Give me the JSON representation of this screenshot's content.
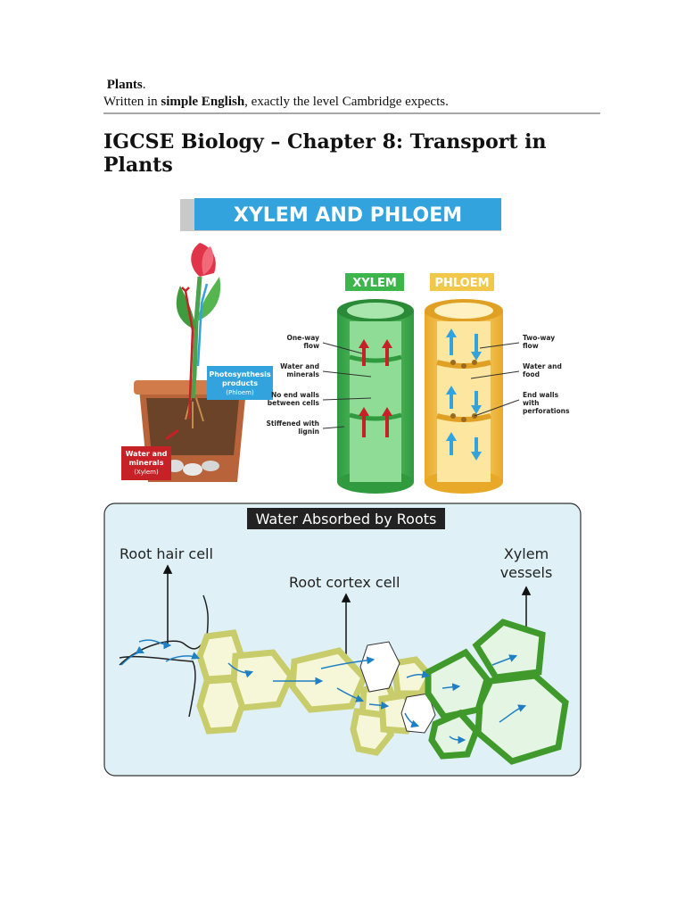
{
  "intro": {
    "line1_bold": "Plants",
    "line1_end": ".",
    "line2_pre": "Written in ",
    "line2_bold": "simple English",
    "line2_post": ", exactly the level Cambridge expects."
  },
  "title": "IGCSE Biology – Chapter 8: Transport in Plants",
  "figure1": {
    "banner": "XYLEM AND PHLOEM",
    "xylem_tag": "XYLEM",
    "phloem_tag": "PHLOEM",
    "photosynthesis_label": [
      "Photosynthesis",
      "products",
      "(Phloem)"
    ],
    "water_label": [
      "Water and",
      "minerals",
      "(Xylem)"
    ],
    "left_labels": [
      [
        "One-way",
        "flow"
      ],
      [
        "Water and",
        "minerals"
      ],
      [
        "No end walls",
        "between cells"
      ],
      [
        "Stiffened with",
        "lignin"
      ]
    ],
    "right_labels": [
      [
        "Two-way",
        "flow"
      ],
      [
        "Water and",
        "food"
      ],
      [
        "End walls",
        "with",
        "perforations"
      ]
    ]
  },
  "figure2": {
    "title": "Water Absorbed by Roots",
    "root_hair": "Root hair cell",
    "cortex": "Root cortex cell",
    "xylem": [
      "Xylem",
      "vessels"
    ]
  },
  "colors": {
    "banner_blue": "#33a3dd",
    "xylem_green": "#3cb54a",
    "phloem_yellow": "#f2c84b",
    "panel_bg": "#dff1f6",
    "label_red": "#c62127"
  }
}
